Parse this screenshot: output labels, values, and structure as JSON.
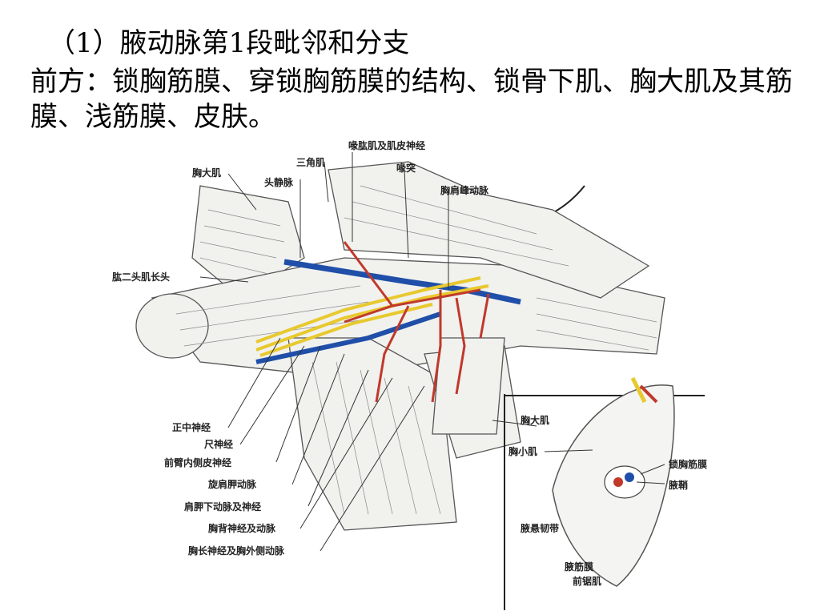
{
  "slide": {
    "heading": "（1）腋动脉第1段毗邻和分支",
    "paragraph": "前方：锁胸筋膜、穿锁胸筋膜的结构、锁骨下肌、胸大肌及其筋膜、浅筋膜、皮肤。"
  },
  "figure": {
    "labels_top": {
      "pectoralis_major": "胸大肌",
      "cephalic_vein": "头静脉",
      "deltoid": "三角肌",
      "coracobrachialis_nerve": "喙肱肌及肌皮神经",
      "coracoid": "喙突",
      "thoracoacromial_artery": "胸肩峰动脉"
    },
    "labels_left": {
      "biceps_long_head": "肱二头肌长头",
      "median_nerve": "正中神经",
      "ulnar_nerve": "尺神经",
      "medial_antebrachial_cutaneous": "前臂内侧皮神经",
      "circumflex_scapular_artery": "旋肩胛动脉",
      "subscapular_artery_nerve": "肩胛下动脉及神经",
      "thoracodorsal": "胸背神经及动脉",
      "long_thoracic": "胸长神经及胸外侧动脉"
    },
    "inset_labels": {
      "pectoralis_major": "胸大肌",
      "pectoralis_minor": "胸小肌",
      "clavipectoral_fascia": "锁胸筋膜",
      "axillary_sheath": "腋鞘",
      "suspensory_ligament": "腋悬韧带",
      "axillary_fascia": "腋筋膜",
      "serratus_anterior": "前锯肌"
    },
    "colors": {
      "artery": "#c0392b",
      "vein": "#1f4fa8",
      "nerve": "#e8c92e",
      "muscle_line": "#555555",
      "muscle_fill": "#f4f4f2"
    }
  }
}
